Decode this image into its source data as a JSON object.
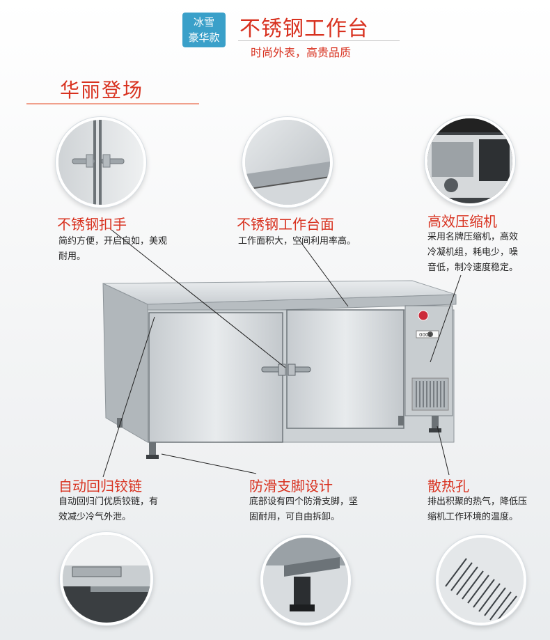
{
  "header": {
    "badge_line1": "冰雪",
    "badge_line2": "豪华款",
    "title": "不锈钢工作台",
    "subtitle": "时尚外表，高贵品质"
  },
  "section_title": "华丽登场",
  "features": {
    "handle": {
      "title": "不锈钢扣手",
      "desc1": "简约方便，开启自如，美观",
      "desc2": "耐用。"
    },
    "top": {
      "title": "不锈钢工作台面",
      "desc1": "工作面积大，空间利用率高。"
    },
    "compressor": {
      "title": "高效压缩机",
      "desc1": "采用名牌压缩机，高效",
      "desc2": "冷凝机组，耗电少，噪",
      "desc3": "音低，制冷速度稳定。"
    },
    "hinge": {
      "title": "自动回归铰链",
      "desc1": "自动回归门优质铰链，有",
      "desc2": "效减少冷气外泄。"
    },
    "feet": {
      "title": "防滑支脚设计",
      "desc1": "底部设有四个防滑支脚，坚",
      "desc2": "固耐用，可自由拆卸。"
    },
    "vent": {
      "title": "散热孔",
      "desc1": "排出积聚的热气，降低压",
      "desc2": "缩机工作环境的温度。"
    }
  },
  "product": {
    "panel_label": "0000"
  },
  "colors": {
    "accent_red": "#d8311f",
    "badge_blue": "#3aa0c9"
  }
}
